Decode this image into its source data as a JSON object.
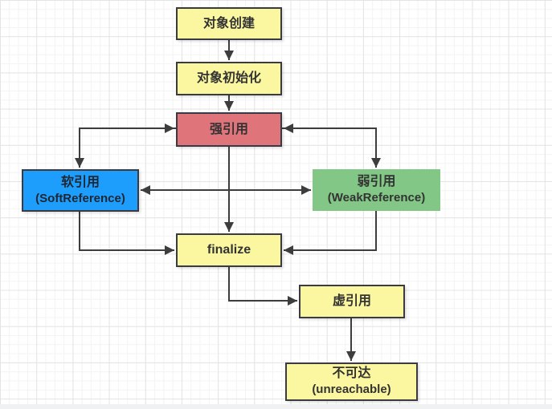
{
  "diagram": {
    "title": "object-reference-lifecycle-flowchart",
    "nodes": [
      {
        "id": "object-create",
        "label": "对象创建",
        "color": "#FBF7A0"
      },
      {
        "id": "object-init",
        "label": "对象初始化",
        "color": "#FBF7A0"
      },
      {
        "id": "strong-ref",
        "label": "强引用",
        "color": "#E0747B"
      },
      {
        "id": "soft-ref",
        "label": "软引用",
        "sublabel": "(SoftReference)",
        "color": "#1E9EFC"
      },
      {
        "id": "weak-ref",
        "label": "弱引用",
        "sublabel": "(WeakReference)",
        "color": "#82C785"
      },
      {
        "id": "finalize",
        "label": "finalize",
        "color": "#FBF7A0"
      },
      {
        "id": "phantom-ref",
        "label": "虚引用",
        "color": "#FBF7A0"
      },
      {
        "id": "unreachable",
        "label": "不可达",
        "sublabel": "(unreachable)",
        "color": "#FBF7A0"
      }
    ],
    "edges": [
      {
        "from": "object-create",
        "to": "object-init",
        "bidirectional": false
      },
      {
        "from": "object-init",
        "to": "strong-ref",
        "bidirectional": false
      },
      {
        "from": "strong-ref",
        "to": "finalize",
        "bidirectional": false
      },
      {
        "from": "strong-ref",
        "to": "soft-ref",
        "bidirectional": true
      },
      {
        "from": "strong-ref",
        "to": "weak-ref",
        "bidirectional": true
      },
      {
        "from": "soft-ref",
        "to": "weak-ref",
        "bidirectional": true
      },
      {
        "from": "soft-ref",
        "to": "finalize",
        "bidirectional": false
      },
      {
        "from": "weak-ref",
        "to": "finalize",
        "bidirectional": false
      },
      {
        "from": "finalize",
        "to": "phantom-ref",
        "bidirectional": false
      },
      {
        "from": "phantom-ref",
        "to": "unreachable",
        "bidirectional": false
      }
    ],
    "colors": {
      "connector_line": "#3D3D3D",
      "shape_border": "#3A3A42",
      "grid_minor": "#F3F3F3",
      "grid_major": "#E4E4E4",
      "canvas_background": "#FFFFFF"
    }
  }
}
